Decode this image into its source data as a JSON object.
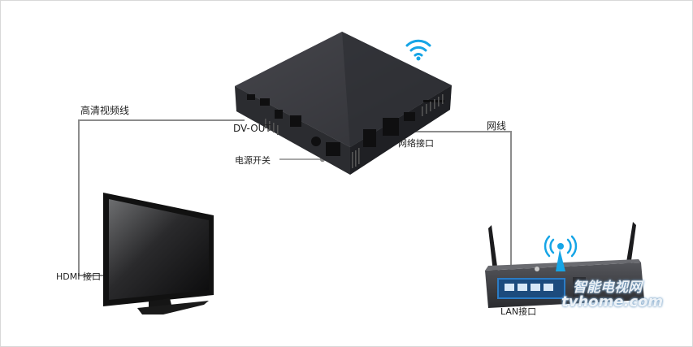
{
  "labels": {
    "hd_cable": "高清视频线",
    "dv_out": "DV-OUT",
    "power_switch": "电源开关",
    "network_port": "网络接口",
    "network_cable": "网线",
    "hdmi_port": "HDMI 接口",
    "lan_port": "LAN接口"
  },
  "watermark": {
    "cn": "智能电视网",
    "en": "tvhome.com"
  },
  "colors": {
    "cable": "#8c8c8c",
    "box": "#2e2f33",
    "wifi": "#16a5e6",
    "router": "#3a3b3f",
    "tv_frame": "#111111"
  },
  "icons": [
    "wifi-icon",
    "broadcast-icon"
  ]
}
